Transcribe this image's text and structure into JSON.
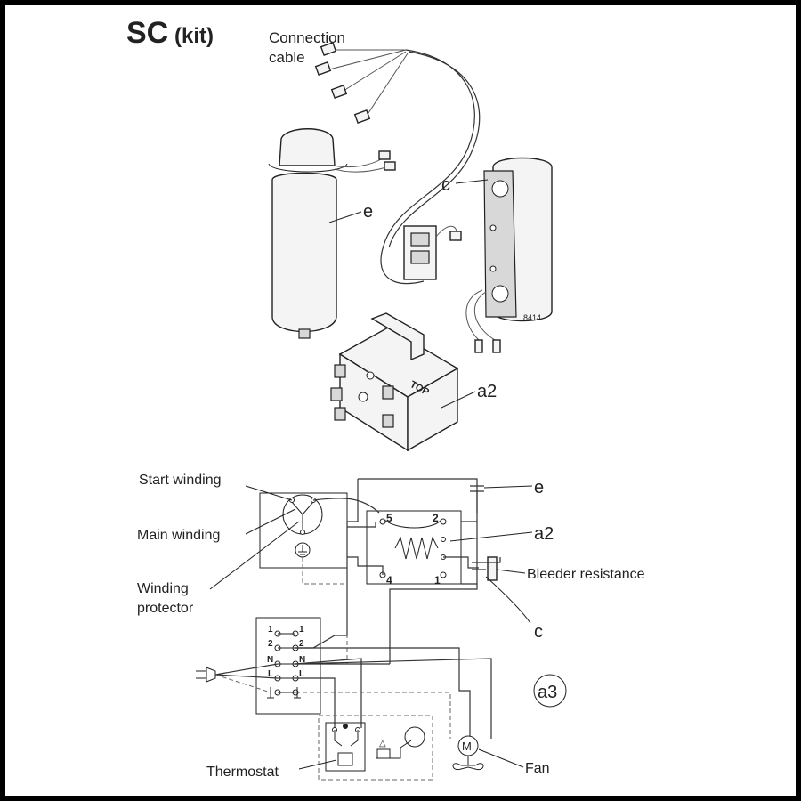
{
  "title": {
    "main": "SC",
    "sub": "(kit)"
  },
  "labels": {
    "connection_cable_line1": "Connection",
    "connection_cable_line2": "cable",
    "capacitor_e": "e",
    "capacitor_c": "c",
    "relay_a2": "a2",
    "relay_top": "TOP",
    "part_number": "8414",
    "start_winding": "Start winding",
    "main_winding": "Main winding",
    "winding_protector_line1": "Winding",
    "winding_protector_line2": "protector",
    "schematic_e": "e",
    "schematic_a2": "a2",
    "bleeder_resistance": "Bleeder resistance",
    "schematic_c": "c",
    "diagram_id": "a3",
    "thermostat": "Thermostat",
    "fan": "Fan",
    "fan_symbol": "M"
  },
  "relay_terminals": {
    "t5": "5",
    "t2": "2",
    "t4": "4",
    "t1": "1"
  },
  "terminal_block": {
    "left": [
      "1",
      "2",
      "N",
      "L"
    ],
    "right": [
      "1",
      "2",
      "N",
      "L"
    ]
  }
}
